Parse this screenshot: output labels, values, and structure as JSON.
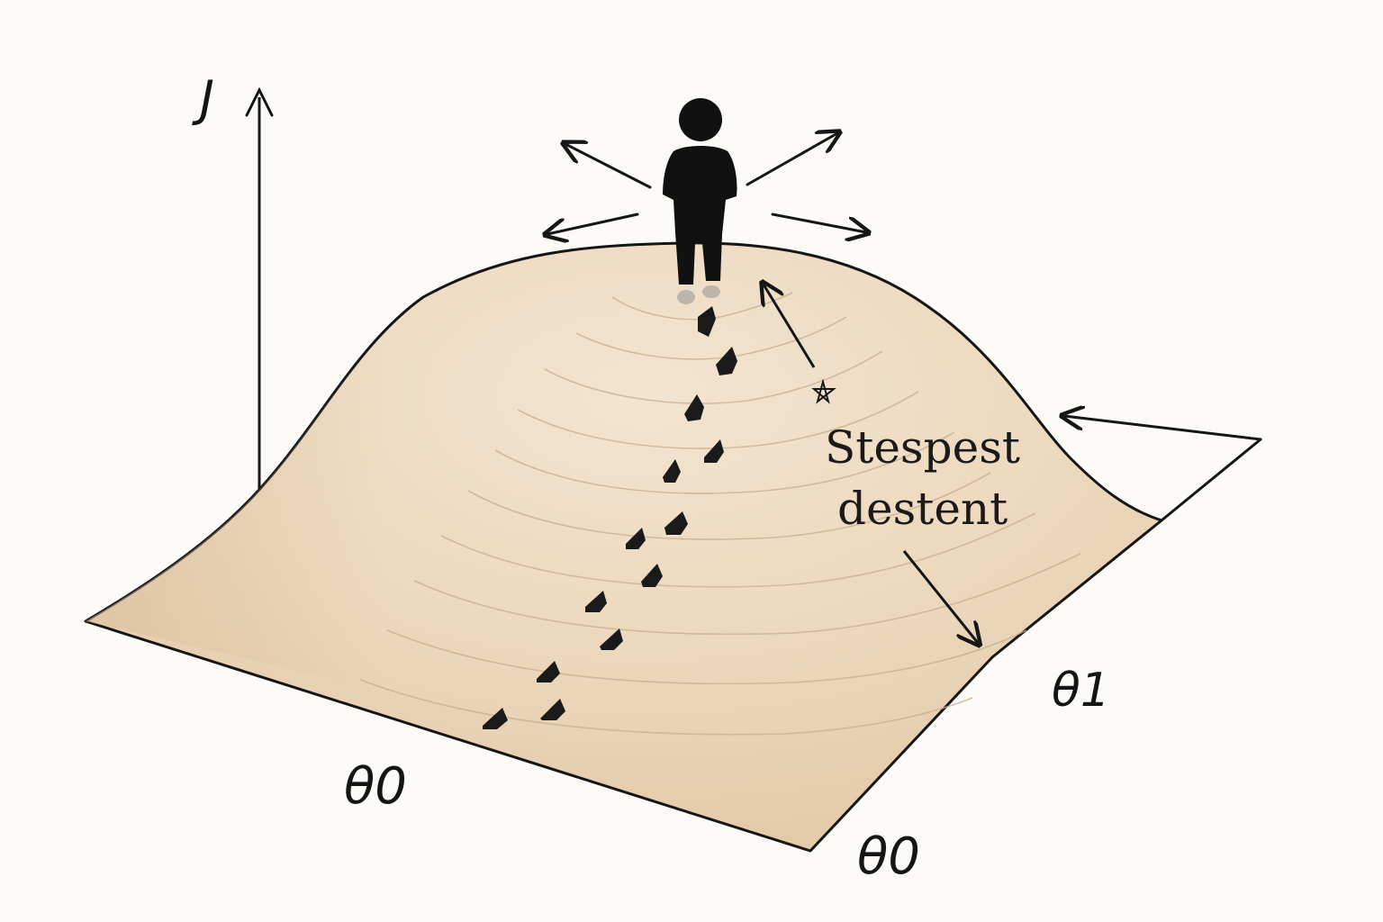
{
  "axes": {
    "vertical_label": "J",
    "left_front_label": "θ0",
    "right_side_label": "θ1",
    "front_corner_label": "θ0"
  },
  "annotation": {
    "line1": "Stespest",
    "line2": "destent"
  },
  "colors": {
    "hill_light": "#f3e3cf",
    "hill_dark": "#dcc2a3",
    "ink": "#161616",
    "background": "#fdfbf8"
  },
  "icons": {
    "figure": "person-silhouette-icon",
    "marker": "star-marker-icon",
    "footprints": "footprint-icon"
  }
}
